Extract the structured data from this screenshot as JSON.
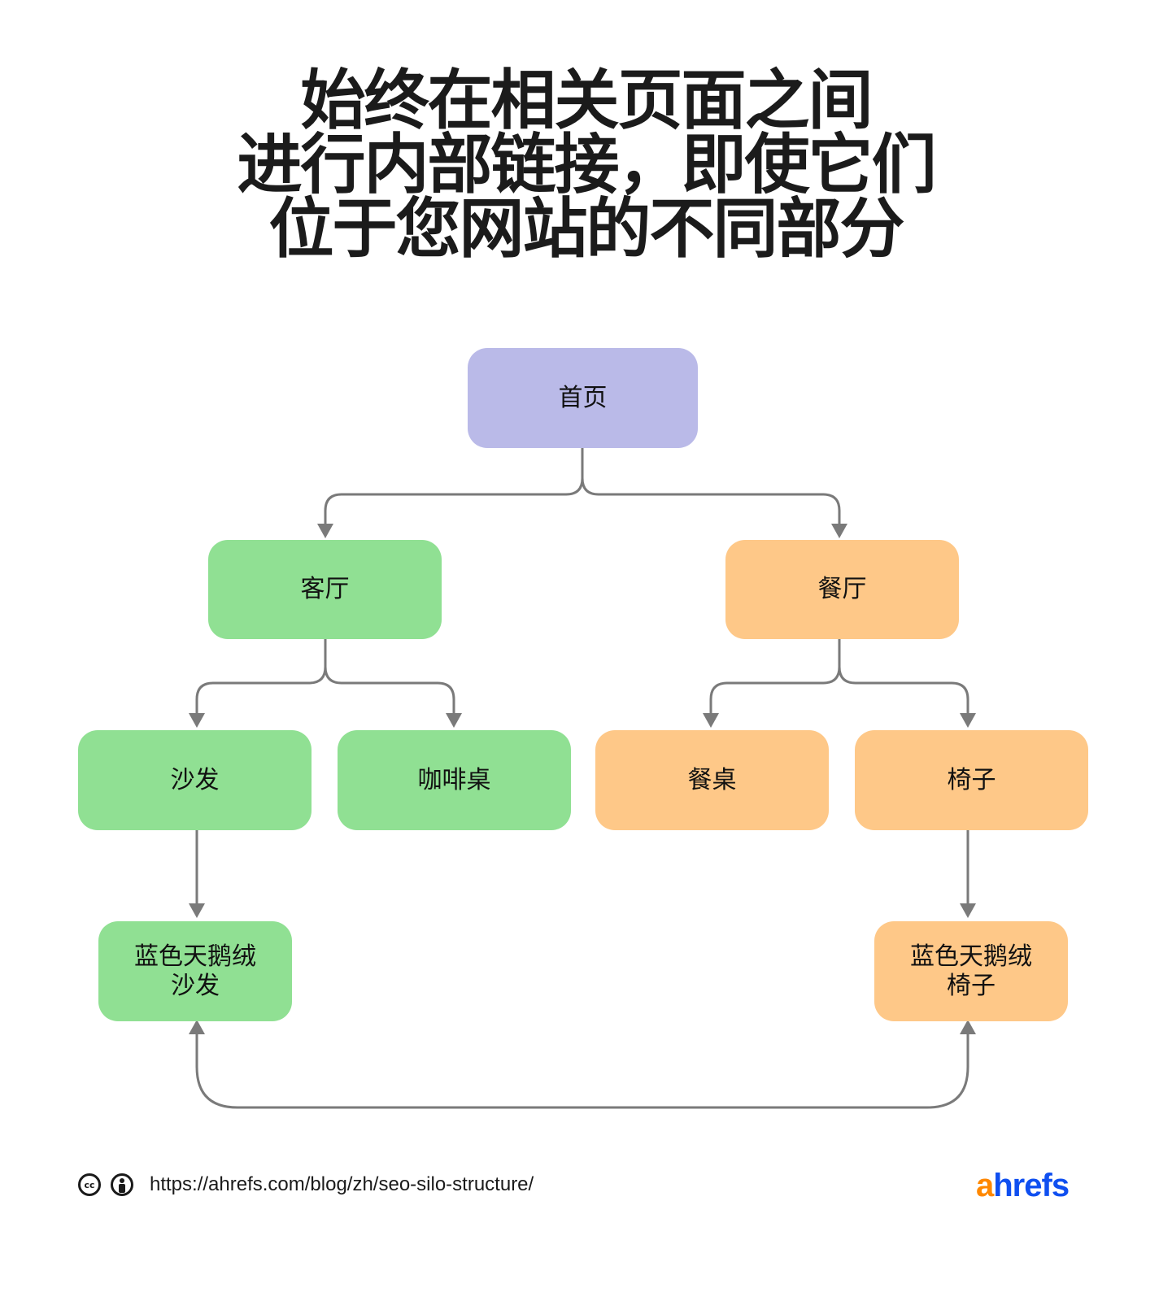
{
  "title": {
    "lines": [
      "始终在相关页面之间",
      "进行内部链接，即使它们",
      "位于您网站的不同部分"
    ]
  },
  "colors": {
    "home": "#babae8",
    "living_room_branch": "#90e093",
    "dining_room_branch": "#fec888",
    "connector": "#7a7a7a",
    "logo_a": "#ff8800",
    "logo_rest": "#0f4ff0"
  },
  "nodes": {
    "home": "首页",
    "living_room": "客厅",
    "dining_room": "餐厅",
    "sofa": "沙发",
    "coffee_table": "咖啡桌",
    "dining_table": "餐桌",
    "chair": "椅子",
    "blue_velvet_sofa": [
      "蓝色天鹅绒",
      "沙发"
    ],
    "blue_velvet_chair": [
      "蓝色天鹅绒",
      "椅子"
    ]
  },
  "edges": [
    {
      "from": "home",
      "to": "living_room"
    },
    {
      "from": "home",
      "to": "dining_room"
    },
    {
      "from": "living_room",
      "to": "sofa"
    },
    {
      "from": "living_room",
      "to": "coffee_table"
    },
    {
      "from": "dining_room",
      "to": "dining_table"
    },
    {
      "from": "dining_room",
      "to": "chair"
    },
    {
      "from": "sofa",
      "to": "blue_velvet_sofa"
    },
    {
      "from": "chair",
      "to": "blue_velvet_chair"
    },
    {
      "from": "blue_velvet_sofa",
      "to": "blue_velvet_chair",
      "bidirectional": true
    }
  ],
  "footer": {
    "license_icons": [
      "cc-icon",
      "attribution-icon"
    ],
    "cc_text": "cc",
    "url": "https://ahrefs.com/blog/zh/seo-silo-structure/",
    "logo_first": "a",
    "logo_rest": "hrefs"
  }
}
